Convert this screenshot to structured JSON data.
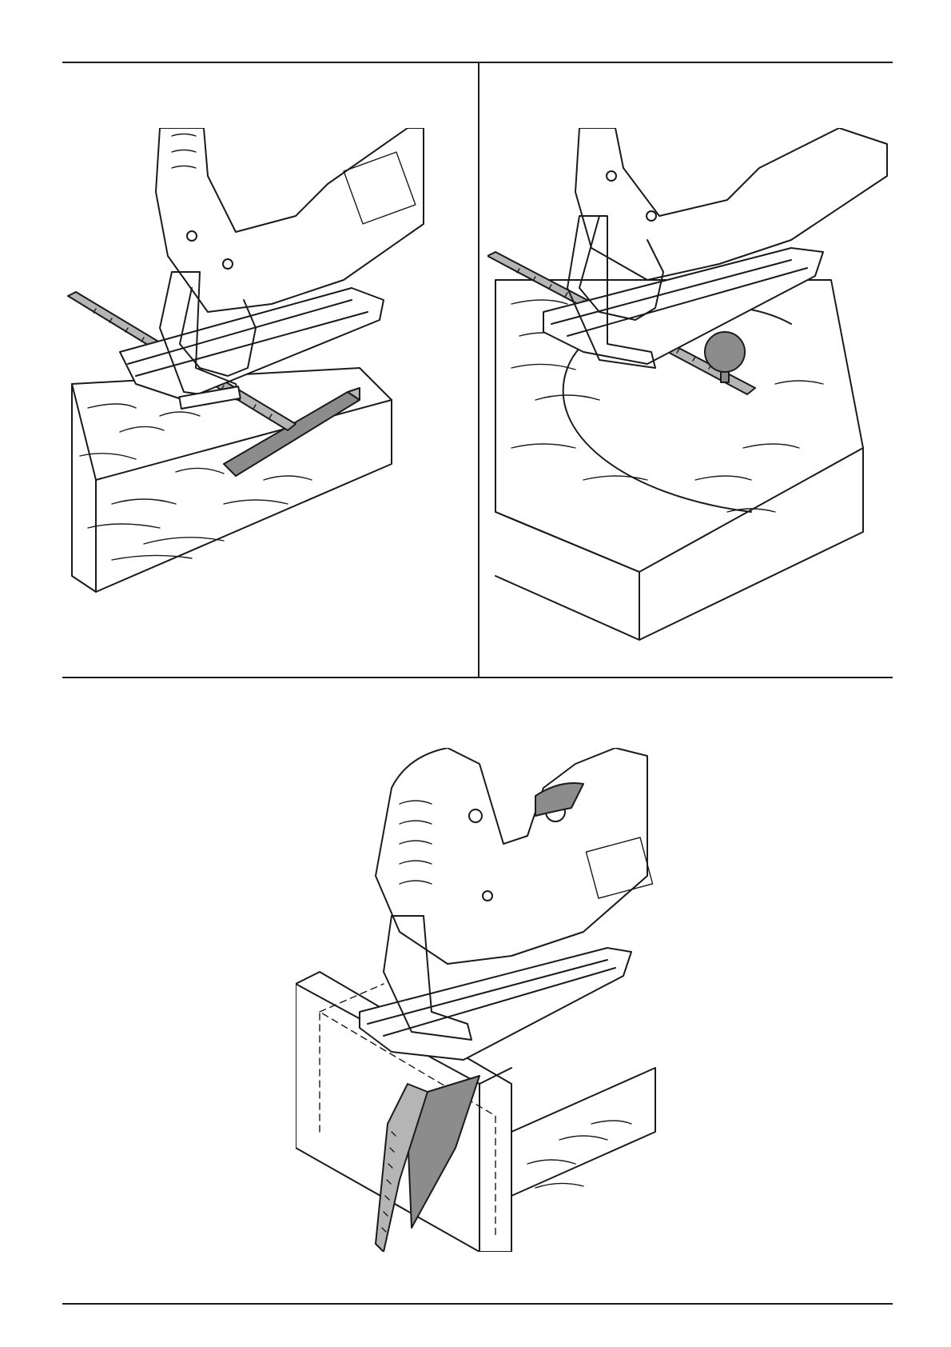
{
  "document": {
    "page_background": "#ffffff",
    "line_color": "#1a1a1a",
    "ruler_color": "#b5b5b5",
    "figures": [
      {
        "id": "fig-top-left",
        "subject": "jigsaw-with-parallel-guide-and-rail"
      },
      {
        "id": "fig-top-right",
        "subject": "jigsaw-with-circle-cutting-guide"
      },
      {
        "id": "fig-bottom",
        "subject": "jigsaw-blade-cutting-through-workpiece"
      }
    ]
  }
}
